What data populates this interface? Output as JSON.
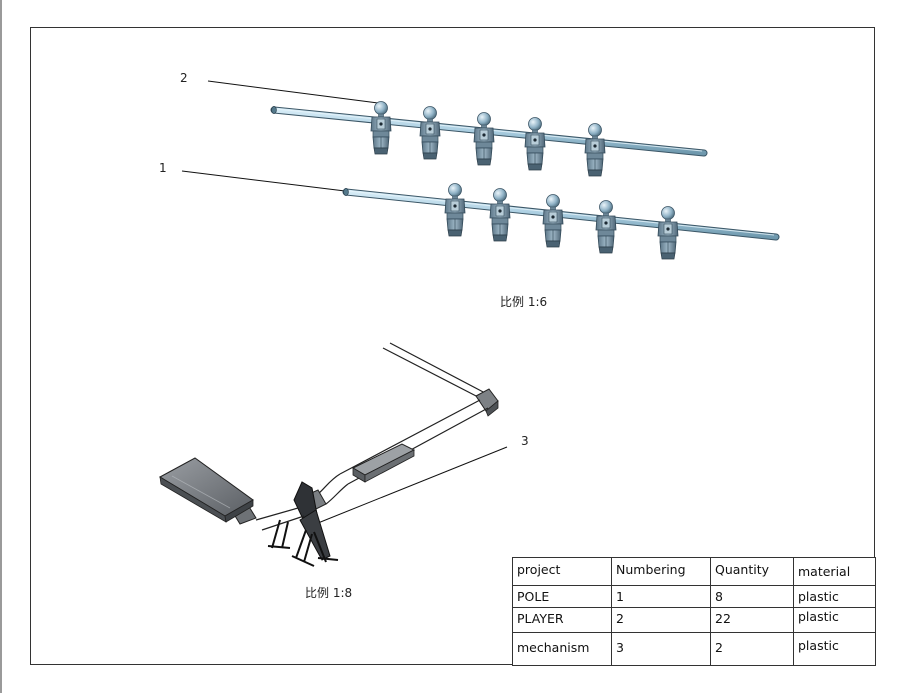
{
  "callouts": {
    "c1": "1",
    "c2": "2",
    "c3": "3"
  },
  "views": {
    "top_scale": "比例 1:6",
    "bottom_scale": "比例 1:8"
  },
  "bom": {
    "headers": [
      "project",
      "Numbering",
      "Quantity",
      "material"
    ],
    "rows": [
      [
        "POLE",
        "1",
        "8",
        "plastic"
      ],
      [
        "PLAYER",
        "2",
        "22",
        "plastic"
      ],
      [
        "mechanism",
        "3",
        "2",
        "plastic"
      ]
    ]
  },
  "colors": {
    "rod": "#a9cde0",
    "rod_outline": "#3b5666",
    "player": "#8fa9b9",
    "player_dark": "#42586a",
    "mechanism": "#6f7378",
    "frame": "#333333"
  }
}
